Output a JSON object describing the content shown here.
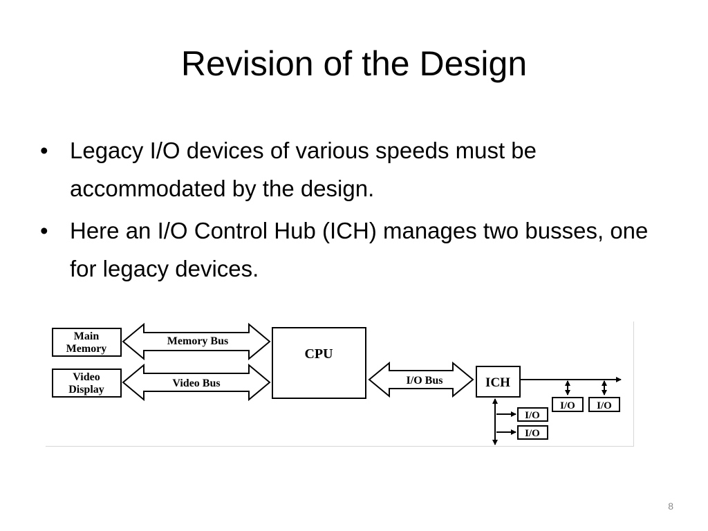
{
  "slide": {
    "title": "Revision of the Design",
    "bullets": [
      {
        "text": "Legacy I/O devices of various speeds must be accommodated by the design."
      },
      {
        "text": "Here an I/O Control Hub (ICH) manages two busses, one for legacy devices."
      }
    ],
    "bullet_glyph": "•",
    "page_number": "8"
  },
  "diagram": {
    "main_memory": {
      "line1": "Main",
      "line2": "Memory"
    },
    "video_display": {
      "line1": "Video",
      "line2": "Display"
    },
    "memory_bus": "Memory Bus",
    "video_bus": "Video Bus",
    "cpu": "CPU",
    "io_bus": "I/O Bus",
    "ich": "ICH",
    "io_devices": [
      "I/O",
      "I/O",
      "I/O",
      "I/O"
    ]
  }
}
